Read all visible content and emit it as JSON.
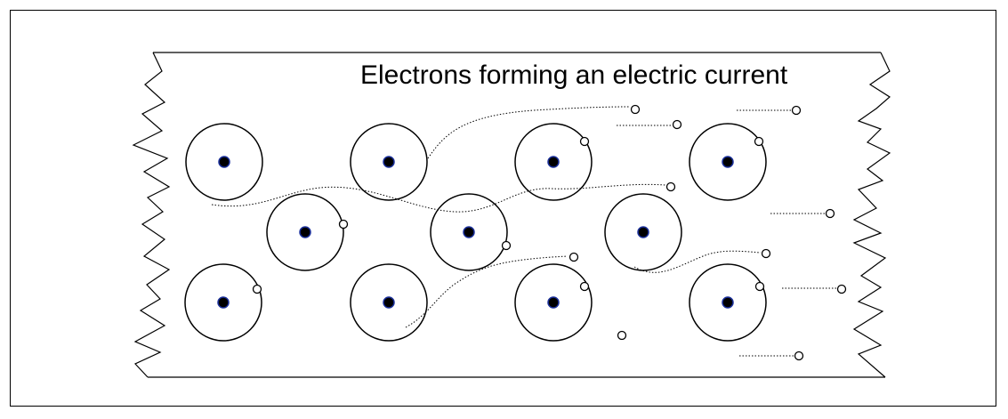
{
  "title": "Electrons forming an electric current",
  "colors": {
    "stroke": "#000000",
    "nucleus_fill": "#000000",
    "nucleus_ring": "#1a2f9a",
    "electron_fill": "#ffffff"
  },
  "atoms": [
    {
      "id": "r1c1",
      "has_electron": false
    },
    {
      "id": "r1c2",
      "has_electron": false
    },
    {
      "id": "r1c3",
      "has_electron": true
    },
    {
      "id": "r1c4",
      "has_electron": true
    },
    {
      "id": "r2c1",
      "has_electron": true
    },
    {
      "id": "r2c2",
      "has_electron": true
    },
    {
      "id": "r2c3",
      "has_electron": false
    },
    {
      "id": "r3c1",
      "has_electron": true
    },
    {
      "id": "r3c2",
      "has_electron": false
    },
    {
      "id": "r3c3",
      "has_electron": true
    },
    {
      "id": "r3c4",
      "has_electron": true
    }
  ]
}
